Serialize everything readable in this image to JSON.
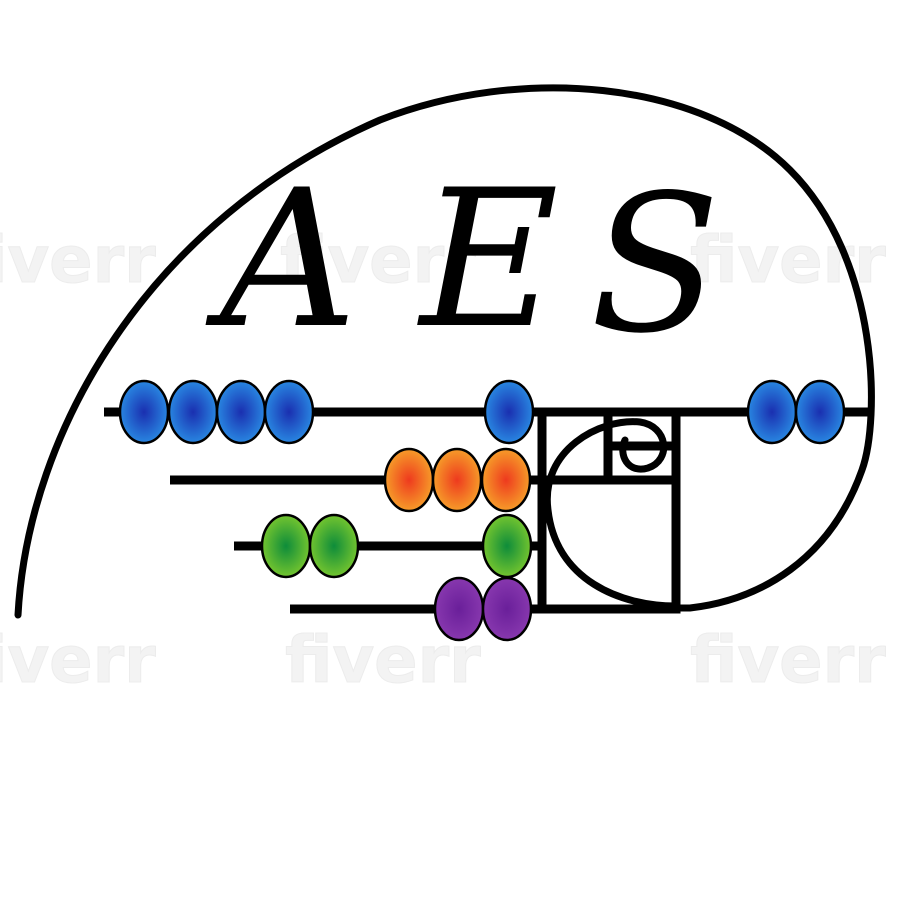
{
  "logo": {
    "letters": [
      "A",
      "E",
      "S"
    ],
    "watermark_text": "fiverr",
    "colors": {
      "blue": "#1f6fd6",
      "orange": "#f27a1a",
      "green": "#3fae2a",
      "purple": "#7a2ea3",
      "line": "#000000"
    },
    "abacus_rows": [
      {
        "color": "blue",
        "beads": 7
      },
      {
        "color": "orange",
        "beads": 3
      },
      {
        "color": "green",
        "beads": 3
      },
      {
        "color": "purple",
        "beads": 2
      }
    ]
  }
}
